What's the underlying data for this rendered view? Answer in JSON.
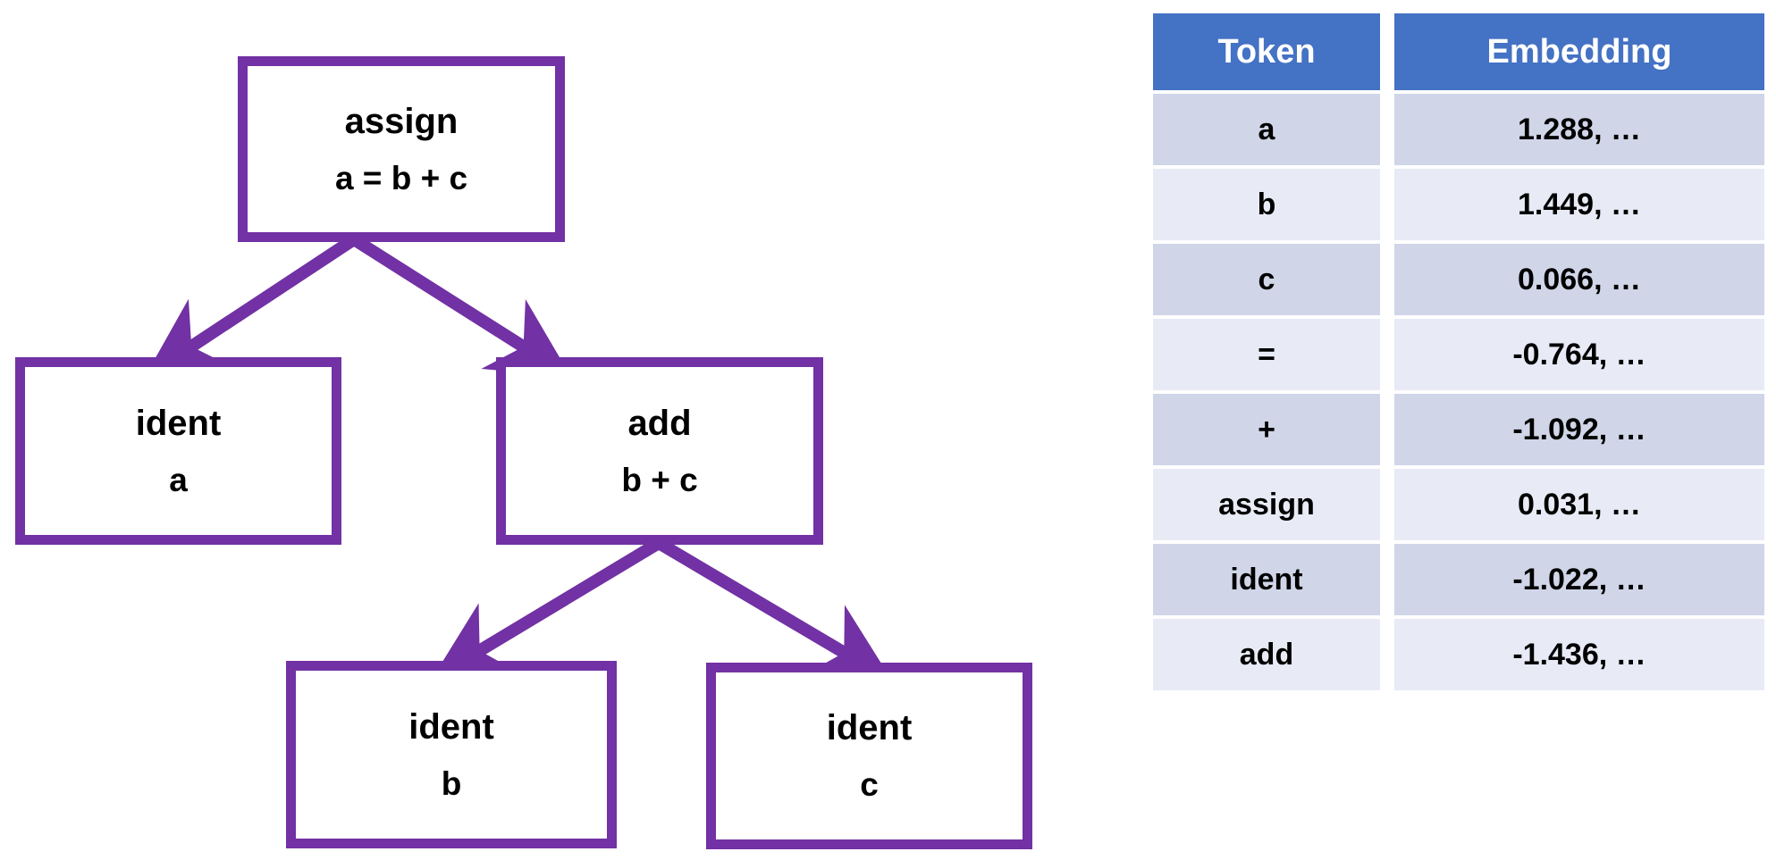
{
  "diagram": {
    "title": "abstract-syntax-tree",
    "accent_color": "#7231A4",
    "nodes": [
      {
        "id": "assign",
        "type": "assign",
        "expr": "a = b + c"
      },
      {
        "id": "ident-a",
        "type": "ident",
        "expr": "a"
      },
      {
        "id": "add",
        "type": "add",
        "expr": "b + c"
      },
      {
        "id": "ident-b",
        "type": "ident",
        "expr": "b"
      },
      {
        "id": "ident-c",
        "type": "ident",
        "expr": "c"
      }
    ],
    "edges": [
      {
        "from": "assign",
        "to": "ident-a"
      },
      {
        "from": "assign",
        "to": "add"
      },
      {
        "from": "add",
        "to": "ident-b"
      },
      {
        "from": "add",
        "to": "ident-c"
      }
    ]
  },
  "table": {
    "header_color": "#4472C4",
    "row_color_odd": "#D0D6E8",
    "row_color_even": "#E8EBF5",
    "columns": [
      "Token",
      "Embedding"
    ],
    "rows": [
      {
        "token": "a",
        "embedding": "1.288, …"
      },
      {
        "token": "b",
        "embedding": "1.449, …"
      },
      {
        "token": "c",
        "embedding": "0.066, …"
      },
      {
        "token": "=",
        "embedding": "-0.764, …"
      },
      {
        "token": "+",
        "embedding": "-1.092, …"
      },
      {
        "token": "assign",
        "embedding": "0.031, …"
      },
      {
        "token": "ident",
        "embedding": "-1.022, …"
      },
      {
        "token": "add",
        "embedding": "-1.436, …"
      }
    ]
  }
}
